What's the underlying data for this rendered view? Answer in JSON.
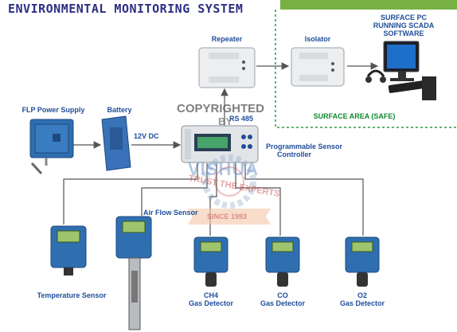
{
  "title": "ENVIRONMENTAL MONITORING SYSTEM",
  "devices": {
    "repeater": "Repeater",
    "isolator": "Isolator",
    "surface_pc": [
      "SURFACE PC",
      "RUNNING SCADA",
      "SOFTWARE"
    ],
    "flp_power_supply": "FLP Power Supply",
    "battery": "Battery",
    "voltage": "12V DC",
    "rs485": "RS 485",
    "controller": [
      "Programmable Sensor",
      "Controller"
    ],
    "air_flow_sensor": "Air Flow Sensor",
    "temperature_sensor": "Temperature Sensor",
    "ch4_detector": [
      "CH4",
      "Gas Detector"
    ],
    "co_detector": [
      "CO",
      "Gas Detector"
    ],
    "o2_detector": [
      "O2",
      "Gas Detector"
    ]
  },
  "surface_area_label": "SURFACE AREA (SAFE)",
  "watermark": {
    "copyright": "COPYRIGHTED",
    "by": "BY",
    "brand": "VISHUA",
    "tagline": "TRUST THE EXPERTS",
    "since": "SINCE 1983"
  },
  "colors": {
    "title": "#2b2f86",
    "label": "#1f4e9a",
    "surface_label": "#0f8a2f",
    "dashed_border": "#2e9b3e",
    "green_bar": "#77b043",
    "device_blue": "#2f6fb0"
  }
}
